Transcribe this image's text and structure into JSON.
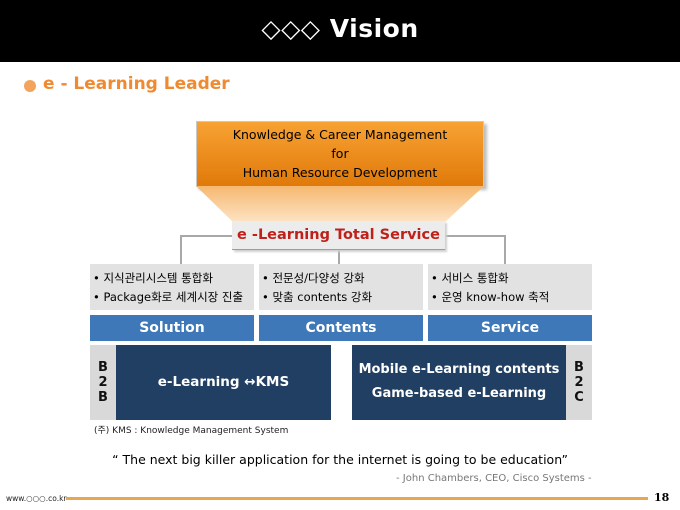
{
  "header": {
    "title": "◇◇◇ Vision"
  },
  "section": {
    "subtitle": "e - Learning Leader"
  },
  "diagram": {
    "top_box": [
      "Knowledge & Career Management",
      "for",
      "Human Resource Development"
    ],
    "center_box": "e -Learning Total Service",
    "columns": [
      {
        "bullets": [
          "• 지식관리시스템 통합화",
          "• Package화로 세계시장 진출"
        ],
        "label": "Solution"
      },
      {
        "bullets": [
          "• 전문성/다양성 강화",
          "• 맞춤 contents 강화"
        ],
        "label": "Contents"
      },
      {
        "bullets": [
          "• 서비스 통합화",
          "• 운영 know-how 축적"
        ],
        "label": "Service"
      }
    ],
    "b2b": {
      "side_letters": [
        "B",
        "2",
        "B"
      ],
      "text": "e-Learning ↔KMS"
    },
    "b2c": {
      "lines": [
        "Mobile e-Learning contents",
        "Game-based e-Learning"
      ],
      "side_letters": [
        "B",
        "2",
        "C"
      ]
    },
    "footnote": "(주) KMS : Knowledge Management System"
  },
  "quote": {
    "text": "“ The next big killer application for the internet is going to be education”",
    "attribution": "- John Chambers, CEO, Cisco Systems -"
  },
  "footer": {
    "url": "www.○○○.co.kr",
    "page_number": "18"
  },
  "colors": {
    "header_bg": "#000000",
    "accent_orange": "#f08a30",
    "box_orange": "#f39a26",
    "bar_blue": "#3e78b8",
    "panel_navy": "#213f62",
    "service_red": "#c0201a"
  }
}
